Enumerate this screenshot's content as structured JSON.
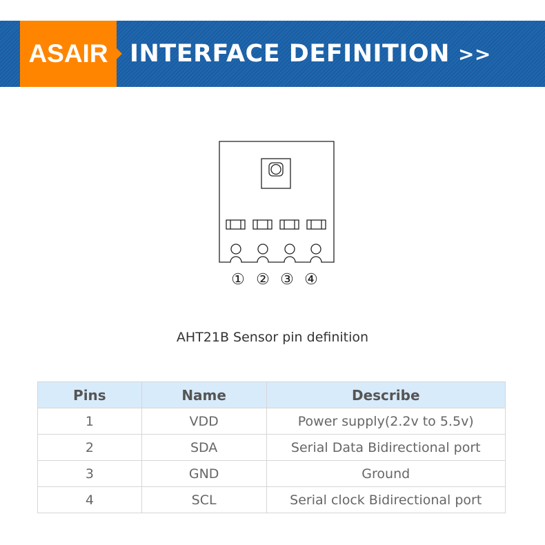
{
  "banner": {
    "brand": "ASAIR",
    "title": "INTERFACE DEFINITION",
    "chevron": ">>",
    "colors": {
      "blue": "#1f66ad",
      "orange": "#ff8500"
    }
  },
  "diagram": {
    "pin_labels": [
      "①",
      "②",
      "③",
      "④"
    ]
  },
  "caption": "AHT21B Sensor pin definition",
  "table": {
    "headers": [
      "Pins",
      "Name",
      "Describe"
    ],
    "rows": [
      [
        "1",
        "VDD",
        "Power supply(2.2v to 5.5v)"
      ],
      [
        "2",
        "SDA",
        "Serial Data Bidirectional port"
      ],
      [
        "3",
        "GND",
        "Ground"
      ],
      [
        "4",
        "SCL",
        "Serial clock Bidirectional port"
      ]
    ]
  }
}
